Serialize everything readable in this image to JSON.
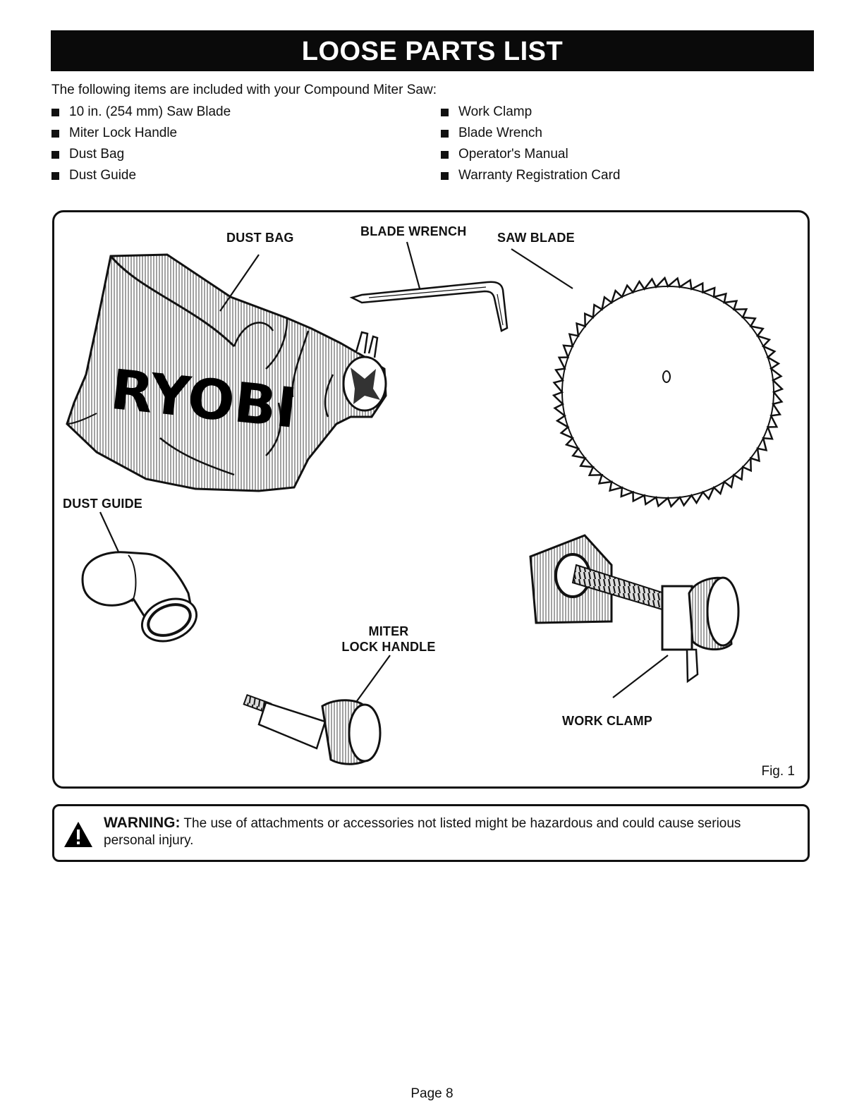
{
  "title": "LOOSE PARTS LIST",
  "intro": "The following items are included with your Compound Miter Saw:",
  "items_left": [
    "10 in. (254 mm) Saw Blade",
    "Miter Lock Handle",
    "Dust Bag",
    "Dust Guide"
  ],
  "items_right": [
    "Work Clamp",
    "Blade Wrench",
    "Operator's Manual",
    "Warranty Registration Card"
  ],
  "figure": {
    "labels": {
      "dust_bag": "DUST BAG",
      "blade_wrench": "BLADE WRENCH",
      "saw_blade": "SAW BLADE",
      "dust_guide": "DUST GUIDE",
      "miter_lock_handle_1": "MITER",
      "miter_lock_handle_2": "LOCK HANDLE",
      "work_clamp": "WORK CLAMP"
    },
    "bag_brand": "RYOBI",
    "fig_label": "Fig. 1"
  },
  "warning": {
    "word": "WARNING:",
    "text": " The use of attachments or accessories not listed might be hazardous and could cause serious personal injury."
  },
  "page": "Page 8"
}
